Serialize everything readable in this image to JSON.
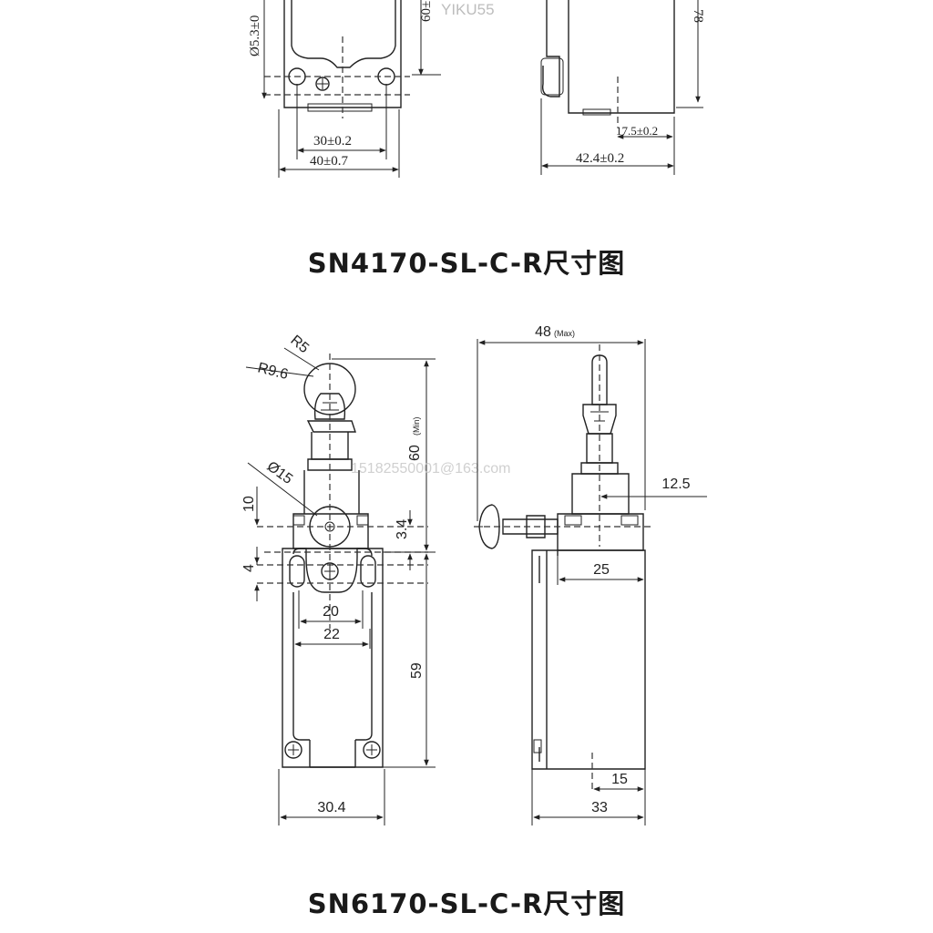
{
  "top_drawing": {
    "dims": {
      "dia": "Ø5.3±0",
      "height": "60±",
      "w30": "30±0.2",
      "w40": "40±0.7",
      "h78": "78",
      "d17": "17.5±0.2",
      "d42": "42.4±0.2"
    },
    "watermark": "YIKU55",
    "caption": "SN4170-SL-C-R尺寸图"
  },
  "bottom_drawing": {
    "front": {
      "r5": "R5",
      "r96": "R9.6",
      "d15": "Ø15",
      "h60": "60",
      "h60_sub": "(Min)",
      "d10": "10",
      "d4": "4",
      "d34": "3.4",
      "w20": "20",
      "w22": "22",
      "h59": "59",
      "w304": "30.4"
    },
    "side": {
      "w48": "48",
      "w48_sub": "(Max)",
      "d125": "12.5",
      "w25": "25",
      "w15": "15",
      "w33": "33"
    },
    "watermark": "15182550001@163.com",
    "caption": "SN6170-SL-C-R尺寸图"
  }
}
